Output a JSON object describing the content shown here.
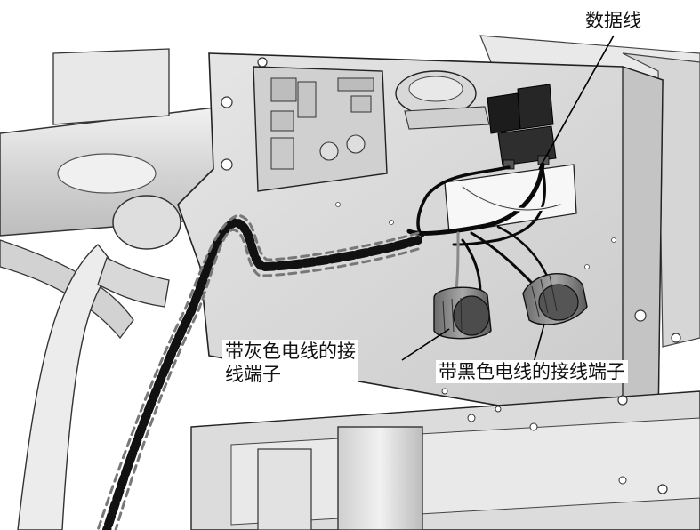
{
  "labels": {
    "data_cable": "数据线",
    "gray_wire_terminal_line1": "带灰色电线的接",
    "gray_wire_terminal_line2": "线端子",
    "black_wire_terminal": "带黑色电线的接线端子"
  },
  "colors": {
    "background": "#ffffff",
    "panel": "#dcdcdc",
    "panel_shadow": "#b8b8b8",
    "outline": "#1a1a1a",
    "cable_black": "#0a0a0a",
    "cable_gray": "#9a9a9a"
  }
}
